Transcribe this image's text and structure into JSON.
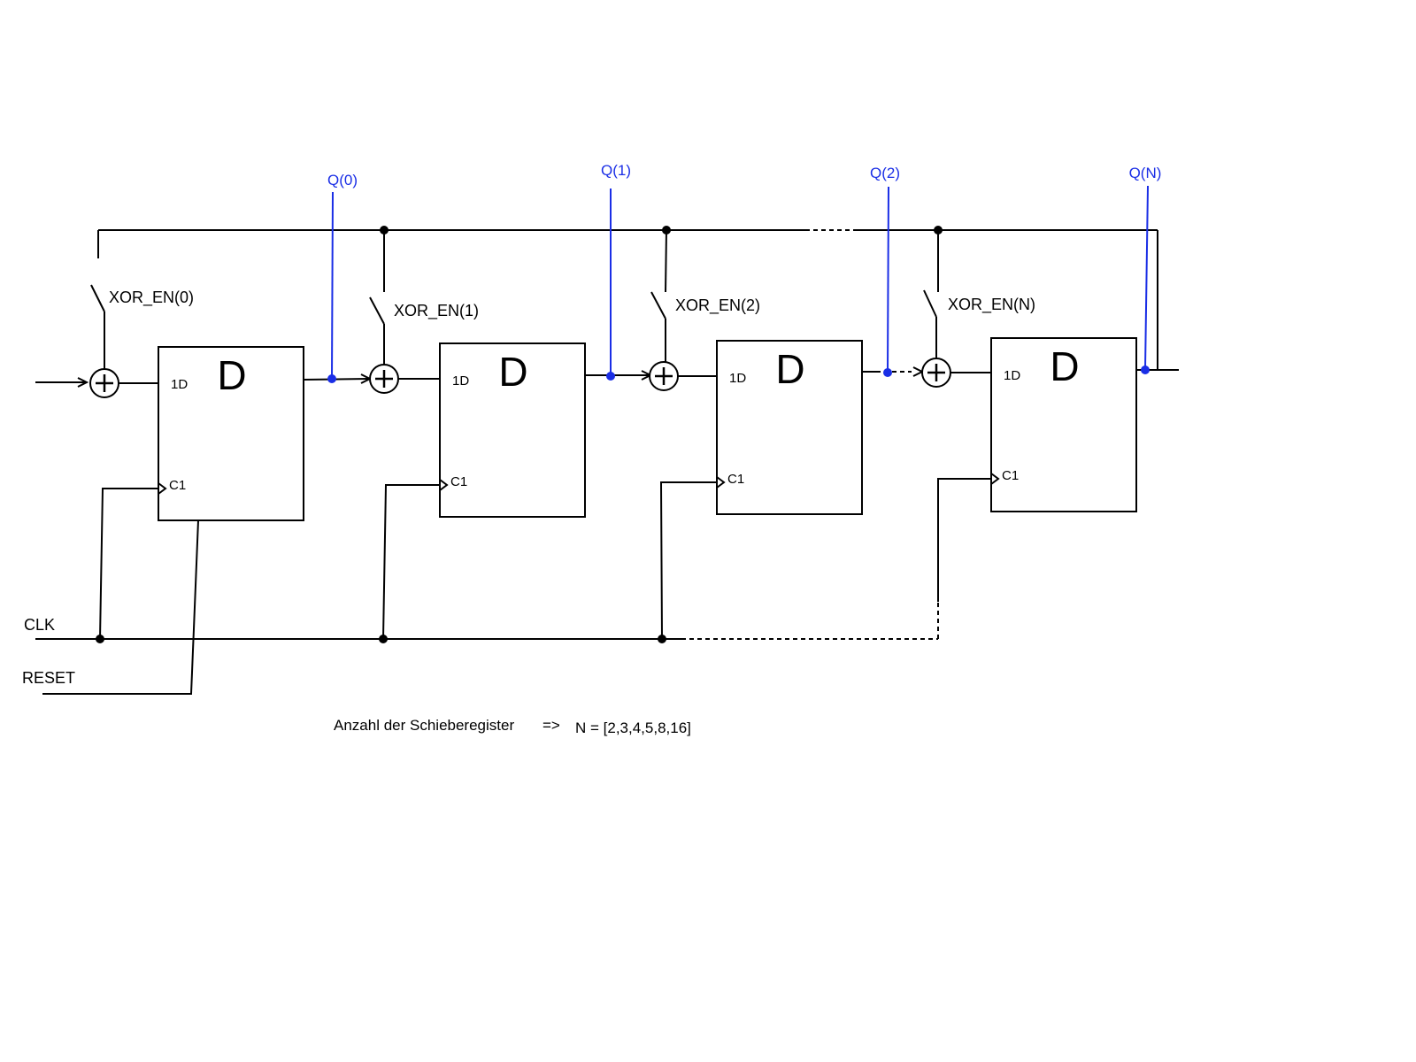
{
  "diagram": {
    "flipflops": [
      {
        "type_label": "D",
        "d_pin": "1D",
        "c_pin": "C1"
      },
      {
        "type_label": "D",
        "d_pin": "1D",
        "c_pin": "C1"
      },
      {
        "type_label": "D",
        "d_pin": "1D",
        "c_pin": "C1"
      },
      {
        "type_label": "D",
        "d_pin": "1D",
        "c_pin": "C1"
      }
    ],
    "switches": [
      "XOR_EN(0)",
      "XOR_EN(1)",
      "XOR_EN(2)",
      "XOR_EN(N)"
    ],
    "outputs": [
      "Q(0)",
      "Q(1)",
      "Q(2)",
      "Q(N)"
    ],
    "signals": {
      "clk": "CLK",
      "reset": "RESET"
    },
    "note": {
      "prefix": "Anzahl der Schieberegister",
      "arrow": "=>",
      "value": "N = [2,3,4,5,8,16]"
    },
    "colors": {
      "wire": "#000000",
      "output_tap": "#1a2ee6"
    }
  }
}
